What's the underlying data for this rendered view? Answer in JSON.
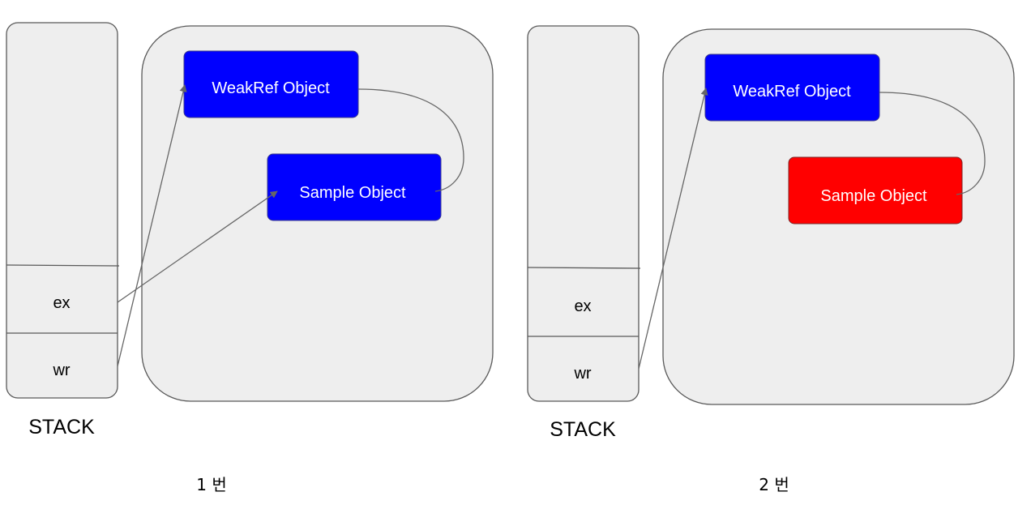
{
  "panels": [
    {
      "label": "1 번",
      "stack": {
        "caption": "STACK",
        "slots": [
          "ex",
          "wr"
        ]
      },
      "objects": {
        "weakref": {
          "label": "WeakRef Object",
          "color": "#0000ff"
        },
        "sample": {
          "label": "Sample Object",
          "color": "#0000ff"
        }
      }
    },
    {
      "label": "2 번",
      "stack": {
        "caption": "STACK",
        "slots": [
          "ex",
          "wr"
        ]
      },
      "objects": {
        "weakref": {
          "label": "WeakRef Object",
          "color": "#0000ff"
        },
        "sample": {
          "label": "Sample Object",
          "color": "#ff0000"
        }
      }
    }
  ]
}
